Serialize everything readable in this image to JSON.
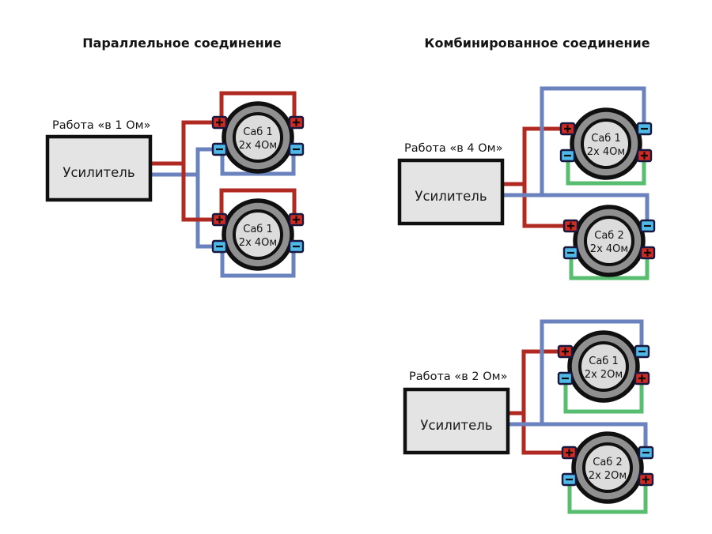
{
  "colors": {
    "background": "#ffffff",
    "outline": "#101010",
    "amp_fill": "#e4e4e4",
    "wire_red": "#b12a21",
    "wire_blue": "#6a82bd",
    "wire_green": "#57bd6f",
    "terminal_red": "#cf2b20",
    "terminal_blue": "#4fb9e8",
    "terminal_border": "#17173f",
    "speaker_ring": "#909090",
    "speaker_cone": "#dcdcdc"
  },
  "columns": [
    {
      "title": "Параллельное соединение"
    },
    {
      "title": "Комбинированное соединение"
    }
  ],
  "diagrams": [
    {
      "id": "parallel-1ohm",
      "mode_label": "Работа «в 1 Ом»",
      "amp_label": "Усилитель",
      "subs": [
        {
          "name": "Саб 1",
          "spec": "2х 4Ом"
        },
        {
          "name": "Саб 1",
          "spec": "2х 4Ом"
        }
      ]
    },
    {
      "id": "combined-4ohm",
      "mode_label": "Работа «в 4 Ом»",
      "amp_label": "Усилитель",
      "subs": [
        {
          "name": "Саб 1",
          "spec": "2х 4Ом"
        },
        {
          "name": "Саб 2",
          "spec": "2х 4Ом"
        }
      ]
    },
    {
      "id": "combined-2ohm",
      "mode_label": "Работа «в 2 Ом»",
      "amp_label": "Усилитель",
      "subs": [
        {
          "name": "Саб 1",
          "spec": "2х 2Ом"
        },
        {
          "name": "Саб 2",
          "spec": "2х 2Ом"
        }
      ]
    }
  ]
}
